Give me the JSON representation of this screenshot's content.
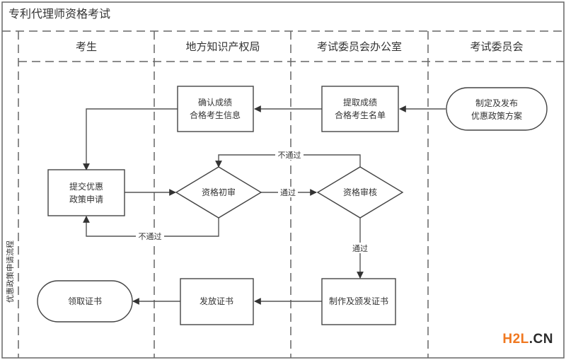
{
  "title": "专利代理师资格考试",
  "side_label": "优惠政策申请流程",
  "lanes": [
    {
      "id": "candidate",
      "label": "考生"
    },
    {
      "id": "local_ipo",
      "label": "地方知识产权局"
    },
    {
      "id": "exam_office",
      "label": "考试委员会办公室"
    },
    {
      "id": "exam_committee",
      "label": "考试委员会"
    }
  ],
  "nodes": {
    "policy": {
      "shape": "terminator",
      "lane": "exam_committee",
      "lines": [
        "制定及发布",
        "优惠政策方案"
      ]
    },
    "extract": {
      "shape": "process",
      "lane": "exam_office",
      "lines": [
        "提取成绩",
        "合格考生名单"
      ]
    },
    "confirm": {
      "shape": "process",
      "lane": "local_ipo",
      "lines": [
        "确认成绩",
        "合格考生信息"
      ]
    },
    "submit": {
      "shape": "process",
      "lane": "candidate",
      "lines": [
        "提交优惠",
        "政策申请"
      ]
    },
    "initial_review": {
      "shape": "decision",
      "lane": "local_ipo",
      "lines": [
        "资格初审"
      ]
    },
    "final_review": {
      "shape": "decision",
      "lane": "exam_office",
      "lines": [
        "资格审核"
      ]
    },
    "make_cert": {
      "shape": "process",
      "lane": "exam_office",
      "lines": [
        "制作及颁发证书"
      ]
    },
    "issue_cert": {
      "shape": "process",
      "lane": "local_ipo",
      "lines": [
        "发放证书"
      ]
    },
    "receive_cert": {
      "shape": "terminator",
      "lane": "candidate",
      "lines": [
        "领取证书"
      ]
    }
  },
  "edges": [
    {
      "from": "policy",
      "to": "extract",
      "label": ""
    },
    {
      "from": "extract",
      "to": "confirm",
      "label": ""
    },
    {
      "from": "confirm",
      "to": "submit",
      "label": ""
    },
    {
      "from": "submit",
      "to": "initial_review",
      "label": ""
    },
    {
      "from": "initial_review",
      "to": "submit",
      "label": "不通过"
    },
    {
      "from": "initial_review",
      "to": "final_review",
      "label": "通过"
    },
    {
      "from": "final_review",
      "to": "initial_review",
      "label": "不通过"
    },
    {
      "from": "final_review",
      "to": "make_cert",
      "label": "通过"
    },
    {
      "from": "make_cert",
      "to": "issue_cert",
      "label": ""
    },
    {
      "from": "issue_cert",
      "to": "receive_cert",
      "label": ""
    }
  ],
  "watermark": {
    "part_a": "H2L",
    "part_b": ".CN"
  },
  "colors": {
    "line": "#555555",
    "text": "#333333",
    "watermark_accent": "#f07820",
    "watermark_dark": "#2b2b2b"
  }
}
